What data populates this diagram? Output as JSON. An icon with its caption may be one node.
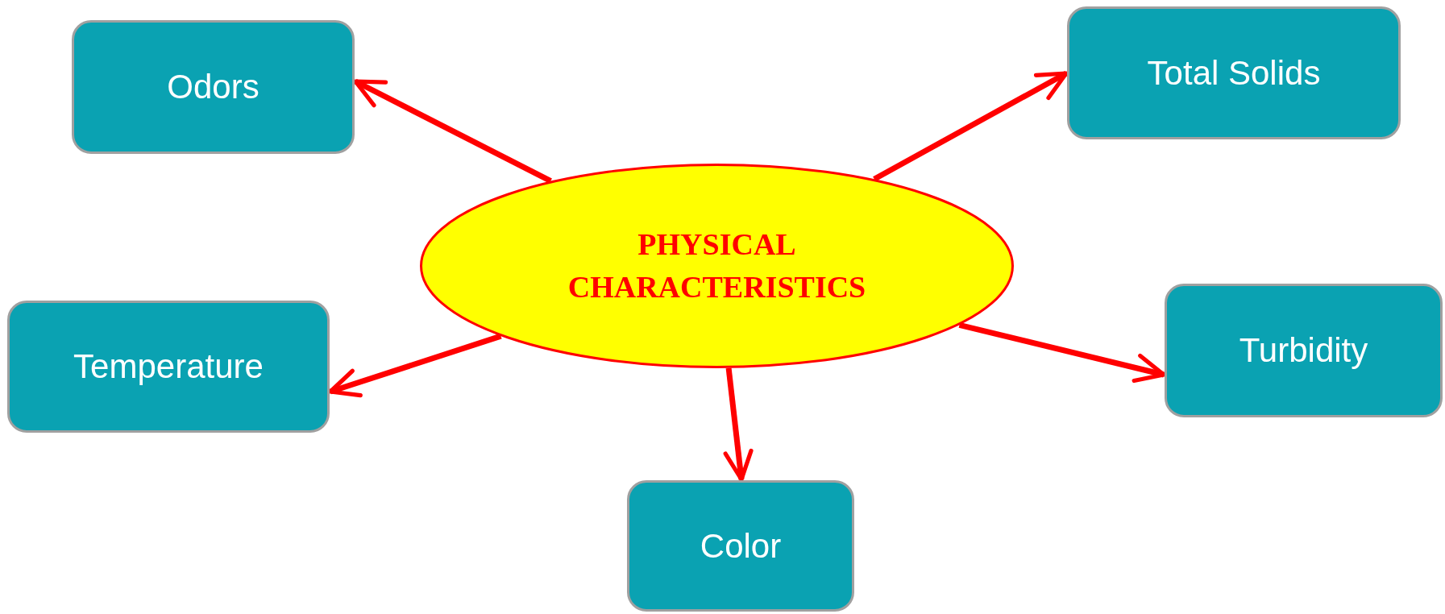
{
  "diagram": {
    "nodes": [
      {
        "text": [
          "Odors"
        ]
      },
      {
        "text": [
          "Total Solids"
        ]
      },
      {
        "text": [
          "PHYSICAL CHARACTERISTICS"
        ]
      },
      {
        "text": [
          "Temperature"
        ]
      },
      {
        "text": [
          "Turbidity"
        ]
      },
      {
        "text": [
          "Color"
        ]
      }
    ],
    "edges": [
      {
        "from": 2,
        "to": 0,
        "arrow": "to"
      },
      {
        "from": 2,
        "to": 1,
        "arrow": "to"
      },
      {
        "from": 2,
        "to": 3,
        "arrow": "to"
      },
      {
        "from": 2,
        "to": 4,
        "arrow": "to"
      },
      {
        "from": 2,
        "to": 5,
        "arrow": "to"
      }
    ]
  }
}
